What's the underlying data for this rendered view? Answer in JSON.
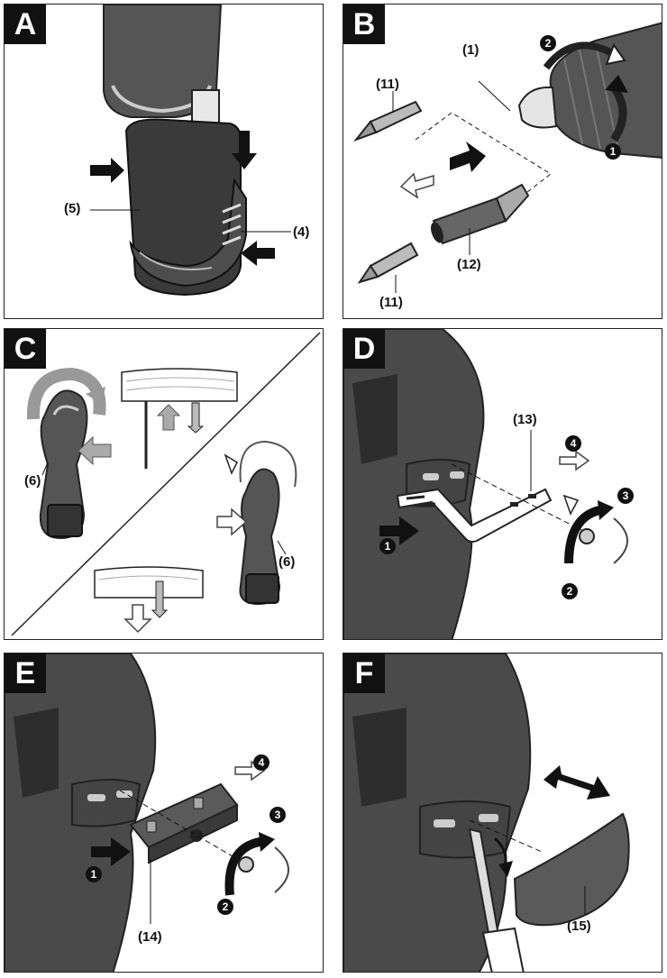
{
  "panels": {
    "a": {
      "letter": "A",
      "labels": {
        "battery": "(5)",
        "release": "(4)"
      }
    },
    "b": {
      "letter": "B",
      "labels": {
        "chuck": "(1)",
        "bit_top": "(11)",
        "holder": "(12)",
        "bit_bottom": "(11)"
      },
      "steps": {
        "one": "1",
        "two": "2"
      }
    },
    "c": {
      "letter": "C",
      "labels": {
        "switch_left": "(6)",
        "switch_right": "(6)"
      }
    },
    "d": {
      "letter": "D",
      "labels": {
        "belt_clip": "(13)"
      },
      "steps": {
        "one": "1",
        "two": "2",
        "three": "3",
        "four": "4"
      }
    },
    "e": {
      "letter": "E",
      "labels": {
        "bit_holder": "(14)"
      },
      "steps": {
        "one": "1",
        "two": "2",
        "three": "3",
        "four": "4"
      }
    },
    "f": {
      "letter": "F",
      "labels": {
        "cover": "(15)"
      }
    }
  },
  "colors": {
    "tool_body": "#5a5a5a",
    "tool_dark": "#2f2f2f",
    "outline": "#111111",
    "arrow_fill": "#1a1a1a",
    "arrow_gray": "#9a9a9a"
  }
}
